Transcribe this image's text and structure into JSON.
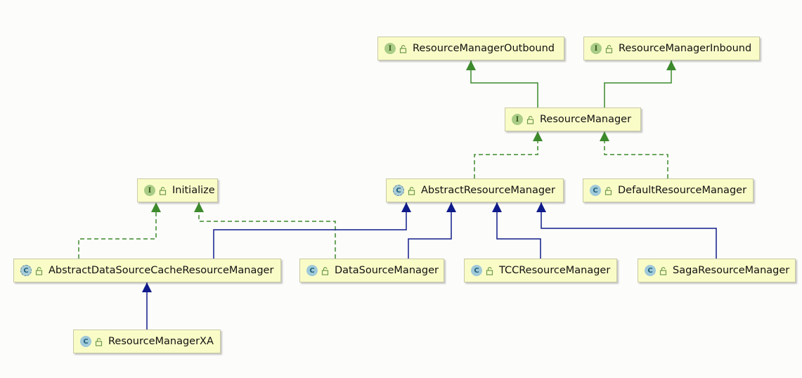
{
  "colors": {
    "implements_edge": "#3d8a2c",
    "extends_edge": "#101c8a"
  },
  "nodes": [
    {
      "id": "rm_outbound",
      "kind": "interface",
      "badge": "I",
      "label": "ResourceManagerOutbound"
    },
    {
      "id": "rm_inbound",
      "kind": "interface",
      "badge": "I",
      "label": "ResourceManagerInbound"
    },
    {
      "id": "resource_manager",
      "kind": "interface",
      "badge": "I",
      "label": "ResourceManager"
    },
    {
      "id": "initialize",
      "kind": "interface",
      "badge": "I",
      "label": "Initialize"
    },
    {
      "id": "abstract_rm",
      "kind": "abstract",
      "badge": "C",
      "label": "AbstractResourceManager"
    },
    {
      "id": "default_rm",
      "kind": "class",
      "badge": "C",
      "label": "DefaultResourceManager"
    },
    {
      "id": "abstract_ds_cache_rm",
      "kind": "abstract",
      "badge": "C",
      "label": "AbstractDataSourceCacheResourceManager"
    },
    {
      "id": "datasource_manager",
      "kind": "class",
      "badge": "C",
      "label": "DataSourceManager"
    },
    {
      "id": "tcc_rm",
      "kind": "class",
      "badge": "C",
      "label": "TCCResourceManager"
    },
    {
      "id": "saga_rm",
      "kind": "class",
      "badge": "C",
      "label": "SagaResourceManager"
    },
    {
      "id": "rm_xa",
      "kind": "class",
      "badge": "C",
      "label": "ResourceManagerXA"
    }
  ],
  "edges": [
    {
      "from": "resource_manager",
      "to": "rm_outbound",
      "type": "extends-interface"
    },
    {
      "from": "resource_manager",
      "to": "rm_inbound",
      "type": "extends-interface"
    },
    {
      "from": "abstract_rm",
      "to": "resource_manager",
      "type": "implements"
    },
    {
      "from": "default_rm",
      "to": "resource_manager",
      "type": "implements"
    },
    {
      "from": "abstract_ds_cache_rm",
      "to": "initialize",
      "type": "implements"
    },
    {
      "from": "datasource_manager",
      "to": "initialize",
      "type": "implements"
    },
    {
      "from": "abstract_ds_cache_rm",
      "to": "abstract_rm",
      "type": "extends"
    },
    {
      "from": "datasource_manager",
      "to": "abstract_rm",
      "type": "extends"
    },
    {
      "from": "tcc_rm",
      "to": "abstract_rm",
      "type": "extends"
    },
    {
      "from": "saga_rm",
      "to": "abstract_rm",
      "type": "extends"
    },
    {
      "from": "rm_xa",
      "to": "abstract_ds_cache_rm",
      "type": "extends"
    }
  ]
}
